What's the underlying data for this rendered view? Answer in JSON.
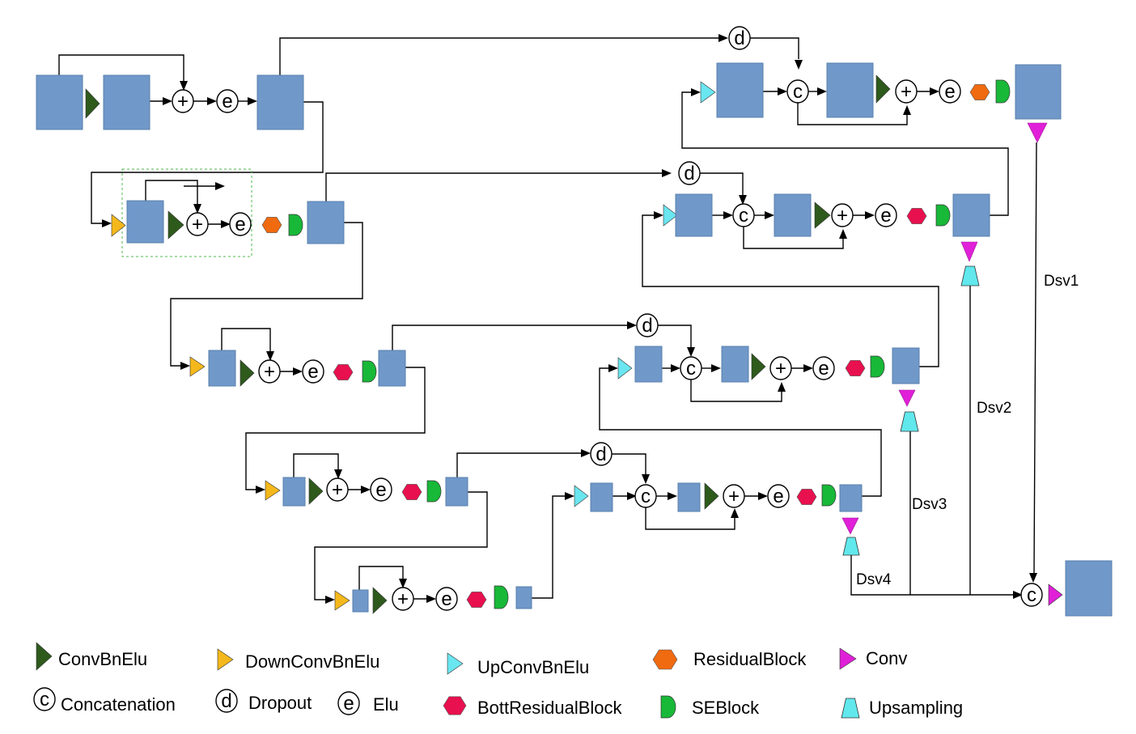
{
  "diagram": {
    "op_symbols": {
      "add": "+",
      "elu": "e",
      "concat": "c",
      "dropout": "d"
    },
    "deep_supervision": [
      "Dsv1",
      "Dsv2",
      "Dsv3",
      "Dsv4"
    ],
    "colors": {
      "block": "#7098c9",
      "conv_bn_elu": "#2e5a1c",
      "down_conv_bn_elu": "#f5b81c",
      "up_conv_bn_elu": "#6ae6f0",
      "residual_block": "#f06a10",
      "bott_residual_block": "#e8104e",
      "se_block": "#18b838",
      "conv": "#e020d8",
      "upsampling": "#60e8ec"
    }
  },
  "legend": {
    "items": [
      {
        "symbol": "conv-bn-elu-icon",
        "label": "ConvBnElu"
      },
      {
        "symbol": "down-conv-bn-elu-icon",
        "label": "DownConvBnElu"
      },
      {
        "symbol": "up-conv-bn-elu-icon",
        "label": "UpConvBnElu"
      },
      {
        "symbol": "residual-block-icon",
        "label": "ResidualBlock"
      },
      {
        "symbol": "conv-icon",
        "label": "Conv"
      },
      {
        "symbol": "concatenation-icon",
        "label": "Concatenation",
        "glyph": "c"
      },
      {
        "symbol": "dropout-icon",
        "label": "Dropout",
        "glyph": "d"
      },
      {
        "symbol": "elu-icon",
        "label": "Elu",
        "glyph": "e"
      },
      {
        "symbol": "bott-residual-block-icon",
        "label": "BottResidualBlock"
      },
      {
        "symbol": "se-block-icon",
        "label": "SEBlock"
      },
      {
        "symbol": "upsampling-icon",
        "label": "Upsampling"
      }
    ]
  }
}
